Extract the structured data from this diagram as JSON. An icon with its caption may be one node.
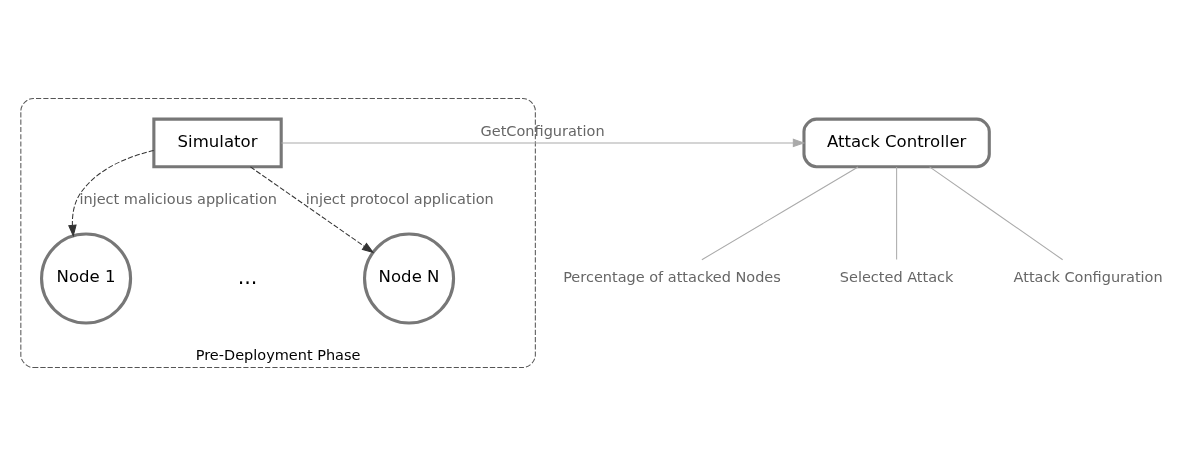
{
  "diagram": {
    "nodes": [
      {
        "text": [
          "Pre-Deployment Phase"
        ]
      },
      {
        "text": [
          "Attack Controller"
        ]
      },
      {
        "text": [
          "Simulator"
        ],
        "in": 0
      },
      {
        "text": [
          "Node 1"
        ],
        "in": 0
      },
      {
        "text": [
          "Node N"
        ],
        "in": 0
      },
      {
        "text": [
          "Percentage of attacked Nodes"
        ]
      },
      {
        "text": [
          "Selected Attack"
        ]
      },
      {
        "text": [
          "Attack Configuration"
        ]
      }
    ],
    "edges": [
      {
        "from": 2,
        "to": 1,
        "arrow": "to",
        "label": "GetConfiguration"
      },
      {
        "from": 2,
        "to": 3,
        "arrow": "to",
        "label": "inject malicious application",
        "style": "dashed",
        "color": "#333333"
      },
      {
        "from": 2,
        "to": 4,
        "arrow": "to",
        "label": "inject protocol application",
        "style": "dashed",
        "color": "#333333"
      },
      {
        "from": 1,
        "to": 5,
        "arrow": "none"
      },
      {
        "from": 1,
        "to": 6,
        "arrow": "none"
      },
      {
        "from": 1,
        "to": 7,
        "arrow": "none"
      }
    ],
    "labels": [
      "..."
    ]
  }
}
